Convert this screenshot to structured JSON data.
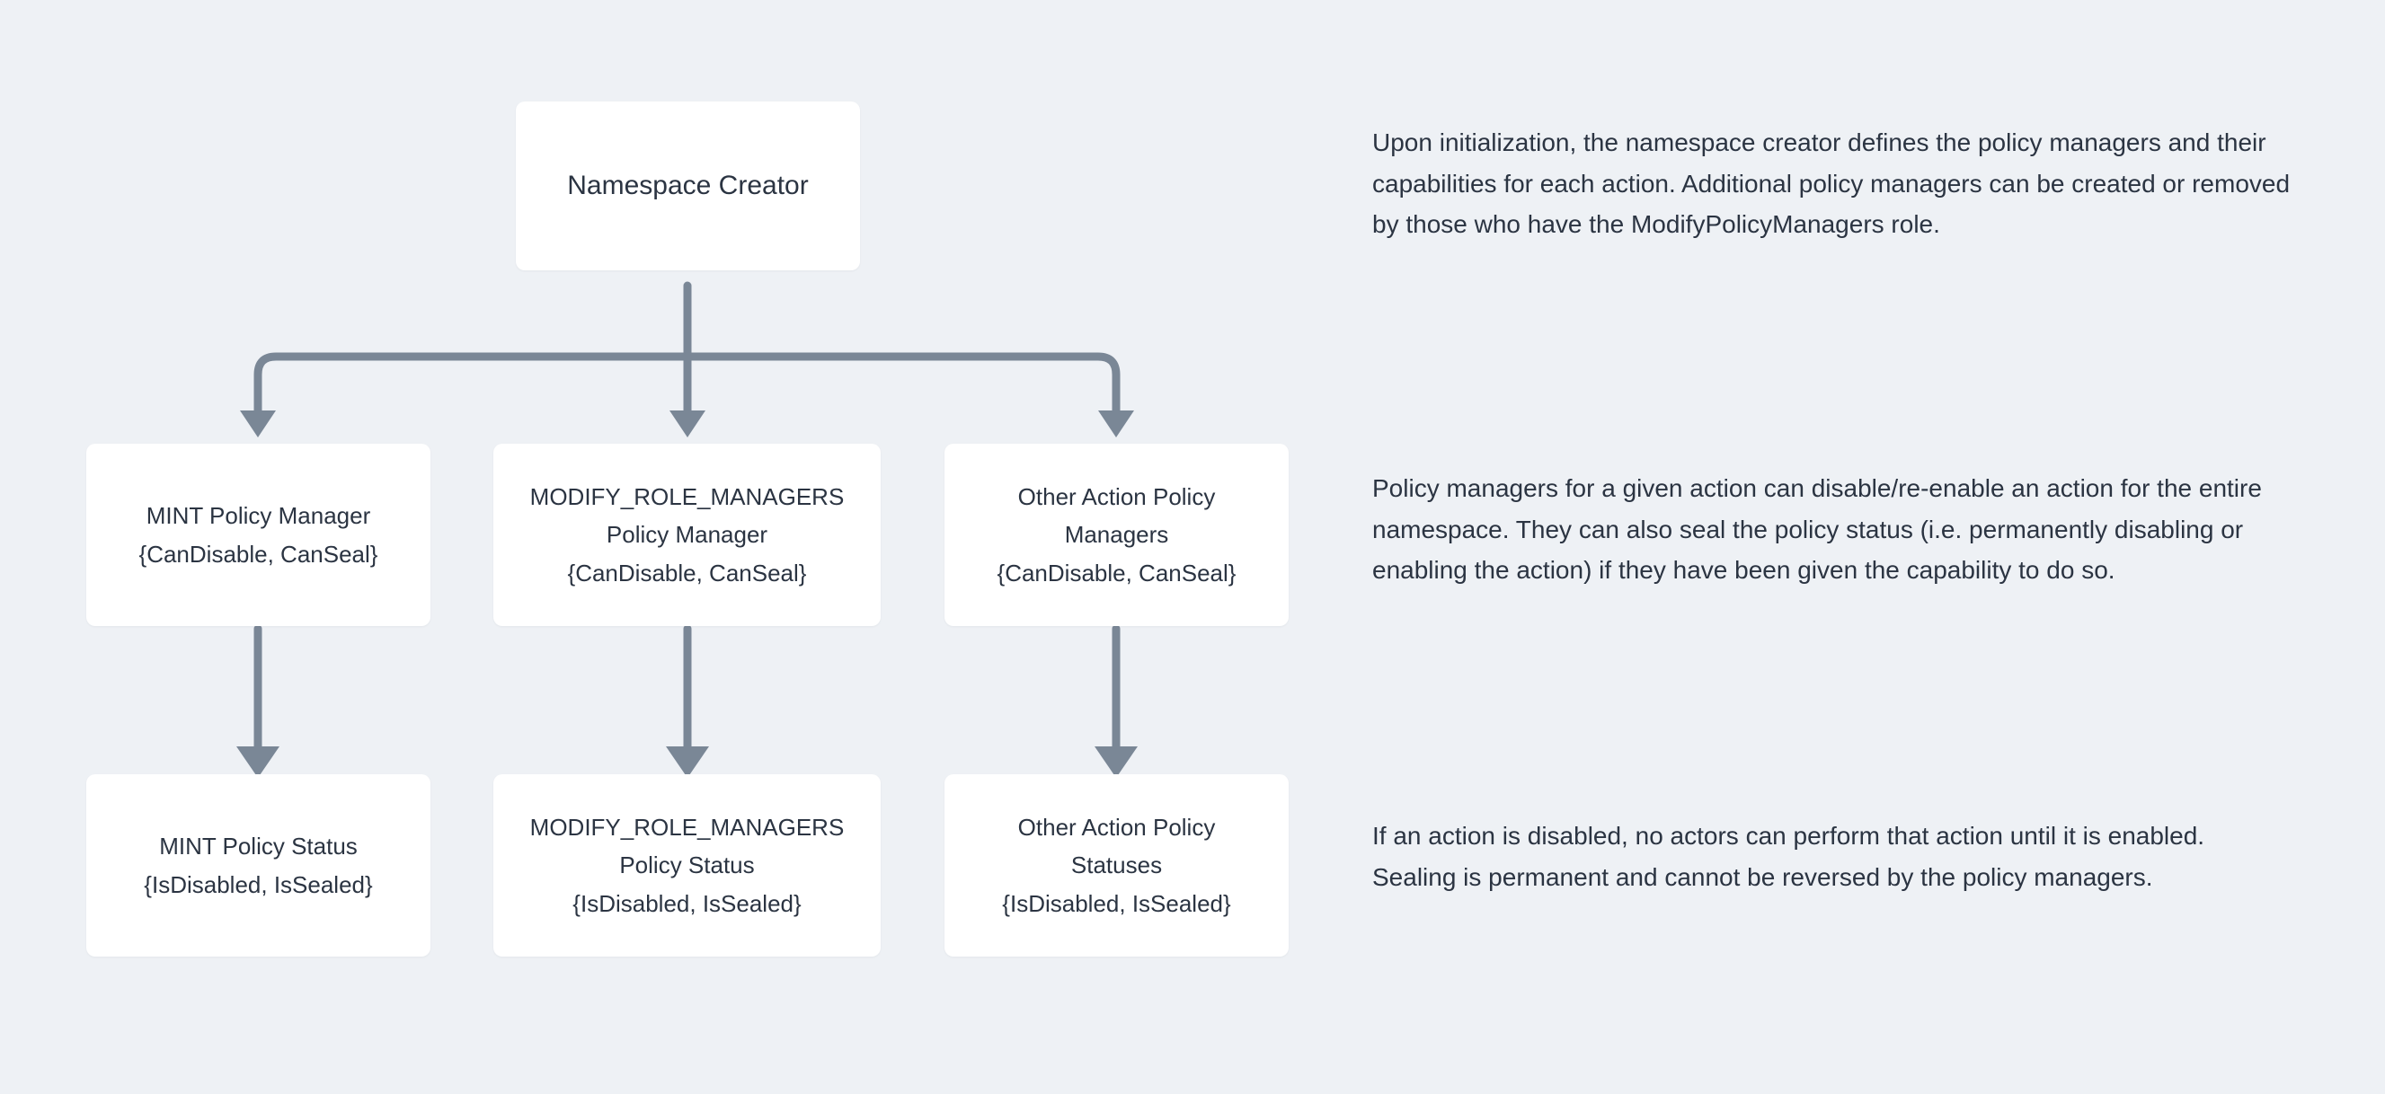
{
  "canvas": {
    "background_color": "#eef1f5",
    "node_fill": "#ffffff",
    "text_color": "#2b3442",
    "edge_color": "#7a8796"
  },
  "diagram": {
    "root": {
      "id": "namespace-creator",
      "lines": [
        "Namespace Creator"
      ]
    },
    "managers": [
      {
        "id": "mint-policy-manager",
        "lines": [
          "MINT Policy Manager",
          "{CanDisable, CanSeal}"
        ]
      },
      {
        "id": "modify-role-managers-policy-manager",
        "lines": [
          "MODIFY_ROLE_MANAGERS",
          "Policy Manager",
          "{CanDisable, CanSeal}"
        ]
      },
      {
        "id": "other-action-policy-managers",
        "lines": [
          "Other Action Policy",
          "Managers",
          "{CanDisable, CanSeal}"
        ]
      }
    ],
    "statuses": [
      {
        "id": "mint-policy-status",
        "lines": [
          "MINT Policy Status",
          "{IsDisabled, IsSealed}"
        ]
      },
      {
        "id": "modify-role-managers-policy-status",
        "lines": [
          "MODIFY_ROLE_MANAGERS",
          "Policy Status",
          "{IsDisabled, IsSealed}"
        ]
      },
      {
        "id": "other-action-policy-statuses",
        "lines": [
          "Other Action Policy",
          "Statuses",
          "{IsDisabled, IsSealed}"
        ]
      }
    ]
  },
  "notes": [
    {
      "id": "note-initialization",
      "text": "Upon initialization, the namespace creator defines the policy managers and their capabilities for each action. Additional policy managers can be created or removed by those who have the ModifyPolicyManagers role."
    },
    {
      "id": "note-capabilities",
      "text": "Policy managers for a given action can disable/re-enable an action for the entire namespace. They can also seal the policy status (i.e. permanently disabling or enabling the action) if they have been given the capability to do so."
    },
    {
      "id": "note-permanence",
      "text": "If an action is disabled, no actors can perform that action until it is enabled. Sealing is permanent and cannot be reversed by the policy managers."
    }
  ]
}
